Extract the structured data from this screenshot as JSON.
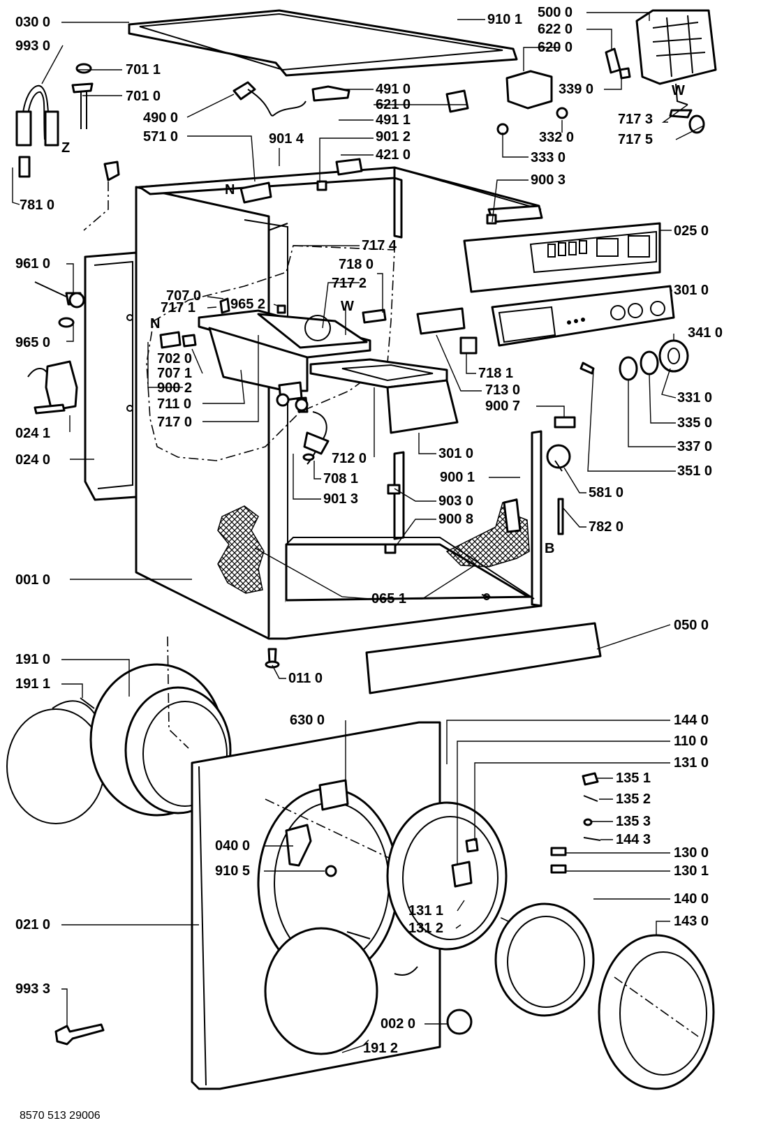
{
  "document_number": "8570 513 29006",
  "markers": {
    "n1": "N",
    "n2": "N",
    "w1": "W",
    "w2": "W",
    "z": "Z",
    "b": "B"
  },
  "labels": {
    "p030_0": "030 0",
    "p993_0": "993 0",
    "p701_1": "701 1",
    "p701_0": "701 0",
    "p490_0": "490 0",
    "p571_0": "571 0",
    "p781_0": "781 0",
    "p961_0": "961 0",
    "p965_0": "965 0",
    "p707_0": "707 0",
    "p717_1": "717 1",
    "p965_2": "965 2",
    "p702_0": "702 0",
    "p707_1": "707 1",
    "p900_2": "900 2",
    "p711_0": "711 0",
    "p717_0": "717 0",
    "p024_1": "024 1",
    "p024_0": "024 0",
    "p001_0": "001 0",
    "p910_1": "910 1",
    "p500_0": "500 0",
    "p622_0": "622 0",
    "p620_0": "620 0",
    "p491_0": "491 0",
    "p621_0": "621 0",
    "p491_1": "491 1",
    "p339_0": "339 0",
    "p901_4": "901 4",
    "p901_2": "901 2",
    "p421_0": "421 0",
    "p332_0": "332 0",
    "p333_0": "333 0",
    "p900_3": "900 3",
    "p717_3": "717 3",
    "p717_5": "717 5",
    "p025_0": "025 0",
    "p717_4": "717 4",
    "p718_0": "718 0",
    "p717_2": "717 2",
    "p301_0a": "301 0",
    "p341_0": "341 0",
    "p718_1": "718 1",
    "p713_0": "713 0",
    "p900_7": "900 7",
    "p331_0": "331 0",
    "p335_0": "335 0",
    "p337_0": "337 0",
    "p301_0b": "301 0",
    "p712_0": "712 0",
    "p708_1": "708 1",
    "p901_3": "901 3",
    "p351_0": "351 0",
    "p581_0": "581 0",
    "p900_1": "900 1",
    "p903_0": "903 0",
    "p900_8": "900 8",
    "p782_0": "782 0",
    "p065_1": "065 1",
    "p050_0": "050 0",
    "p011_0": "011 0",
    "p191_0": "191 0",
    "p191_1": "191 1",
    "p630_0": "630 0",
    "p144_0": "144 0",
    "p110_0": "110 0",
    "p131_0": "131 0",
    "p135_1": "135 1",
    "p135_2": "135 2",
    "p135_3": "135 3",
    "p144_3": "144 3",
    "p040_0": "040 0",
    "p910_5": "910 5",
    "p130_0": "130 0",
    "p130_1": "130 1",
    "p140_0": "140 0",
    "p143_0": "143 0",
    "p131_1": "131 1",
    "p131_2": "131 2",
    "p021_0": "021 0",
    "p993_3": "993 3",
    "p002_0": "002 0",
    "p191_2": "191 2"
  }
}
